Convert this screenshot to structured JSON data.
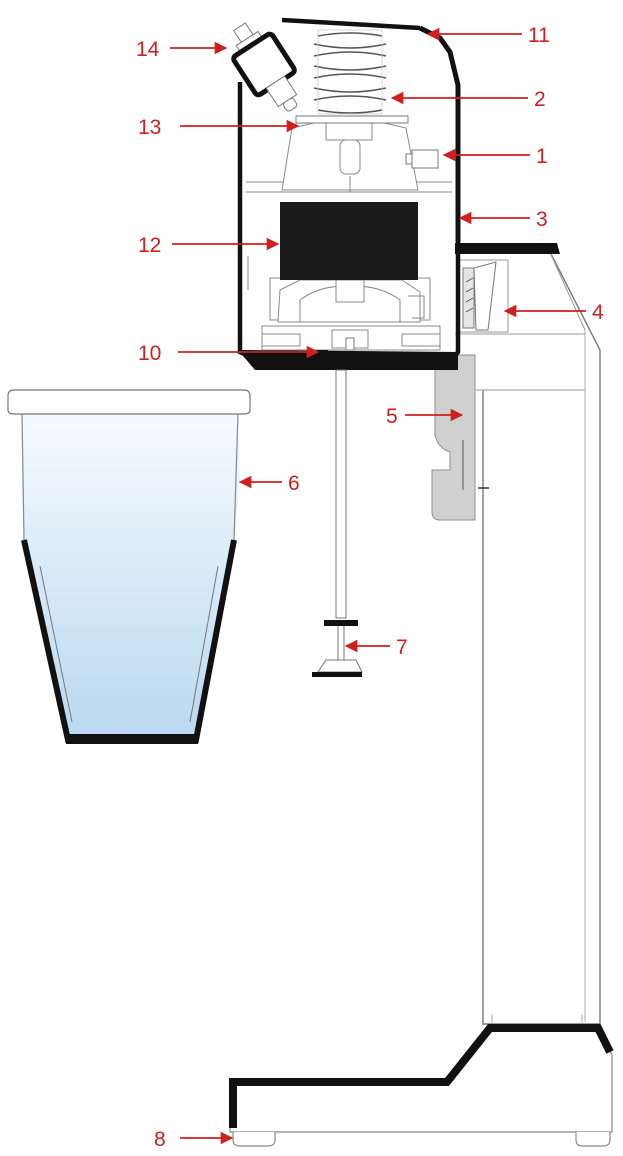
{
  "colors": {
    "callout": "#d01f1f",
    "outline": "#111111",
    "thin_line": "#7a7a7a",
    "motor_dark": "#1c1c1c",
    "bracket_gray": "#d0d0d0",
    "cup_light": "#f6fbff",
    "cup_blue": "#b9d8f1",
    "background": "#ffffff"
  },
  "callouts": [
    {
      "id": "14",
      "label": "14"
    },
    {
      "id": "11",
      "label": "11"
    },
    {
      "id": "2",
      "label": "2"
    },
    {
      "id": "13",
      "label": "13"
    },
    {
      "id": "1",
      "label": "1"
    },
    {
      "id": "3",
      "label": "3"
    },
    {
      "id": "12",
      "label": "12"
    },
    {
      "id": "4",
      "label": "4"
    },
    {
      "id": "10",
      "label": "10"
    },
    {
      "id": "5",
      "label": "5"
    },
    {
      "id": "6",
      "label": "6"
    },
    {
      "id": "7",
      "label": "7"
    },
    {
      "id": "8",
      "label": "8"
    }
  ]
}
